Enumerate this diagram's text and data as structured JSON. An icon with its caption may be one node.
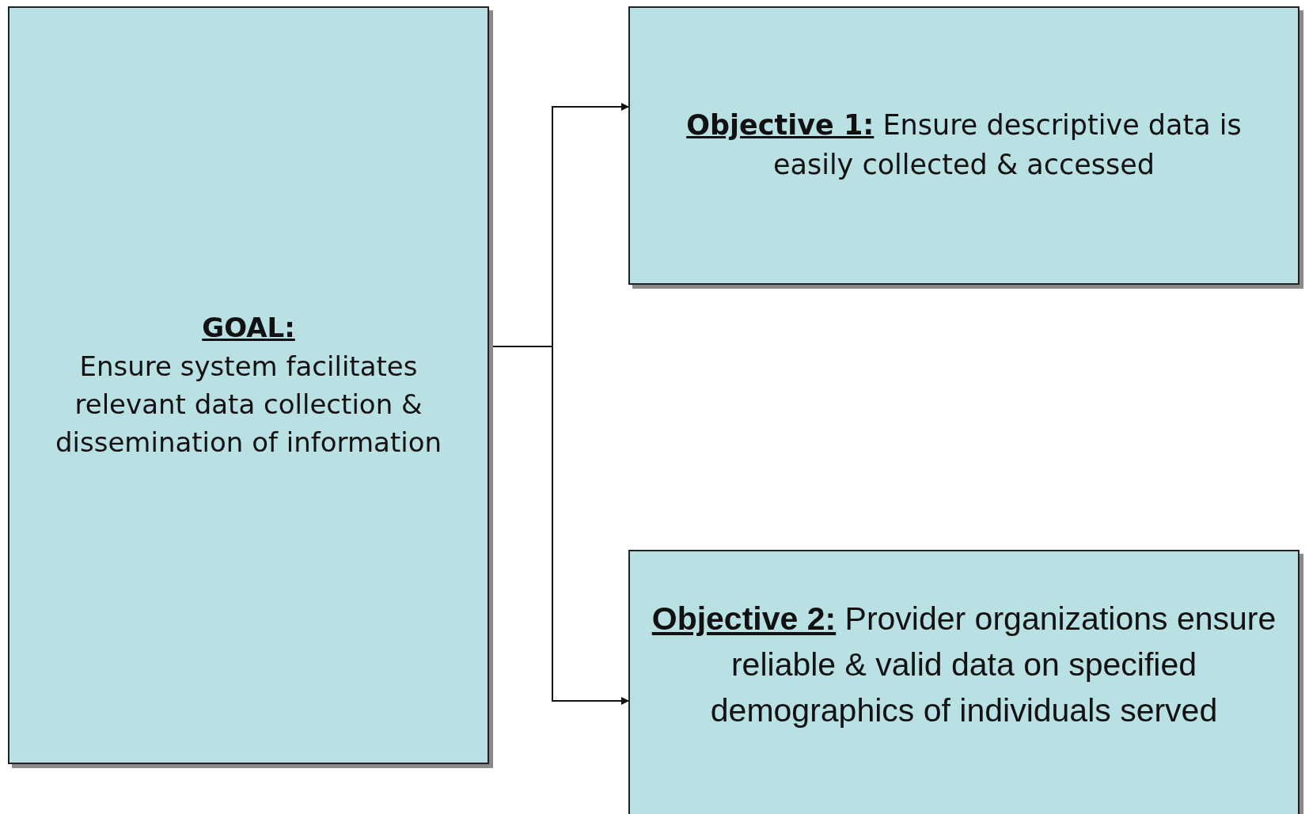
{
  "diagram": {
    "nodes": [
      {
        "text": [
          "GOAL:",
          "Ensure system facilitates relevant data collection & dissemination of information"
        ]
      },
      {
        "text": [
          "**Objective 1:**  Ensure descriptive data is easily collected & accessed"
        ]
      },
      {
        "text": [
          "**Objective 2:**  Provider organizations ensure reliable & valid data on specified demographics of individuals served"
        ]
      }
    ],
    "edges": [
      {
        "from": 0,
        "to": 1,
        "arrow": "to"
      },
      {
        "from": 0,
        "to": 2,
        "arrow": "to"
      }
    ]
  }
}
